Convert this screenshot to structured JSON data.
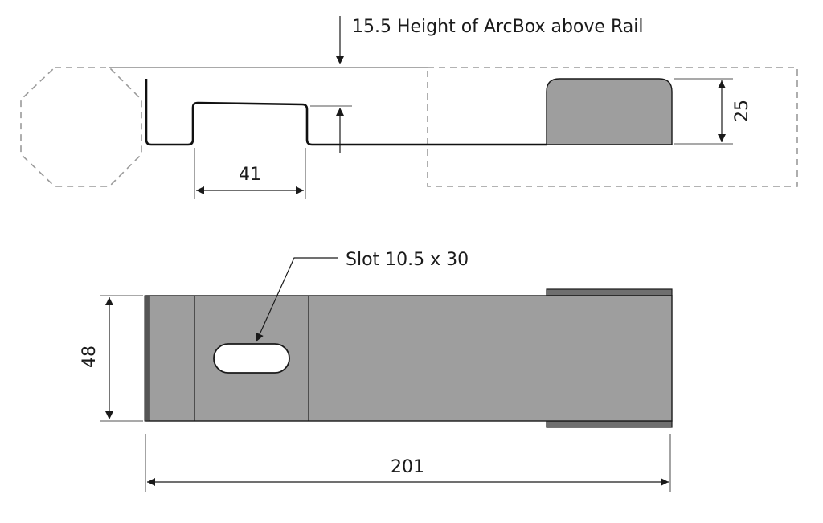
{
  "drawing": {
    "height_note": "15.5 Height of ArcBox above Rail",
    "dim_width_top": "41",
    "dim_height_box": "25",
    "slot_label": "Slot 10.5 x 30",
    "dim_width_plate": "48",
    "dim_length": "201"
  },
  "colors": {
    "part_fill": "#9e9e9e",
    "flange_fill": "#6f6f6f",
    "outline": "#1a1a1a",
    "dashed_reference": "#9a9a9a"
  }
}
